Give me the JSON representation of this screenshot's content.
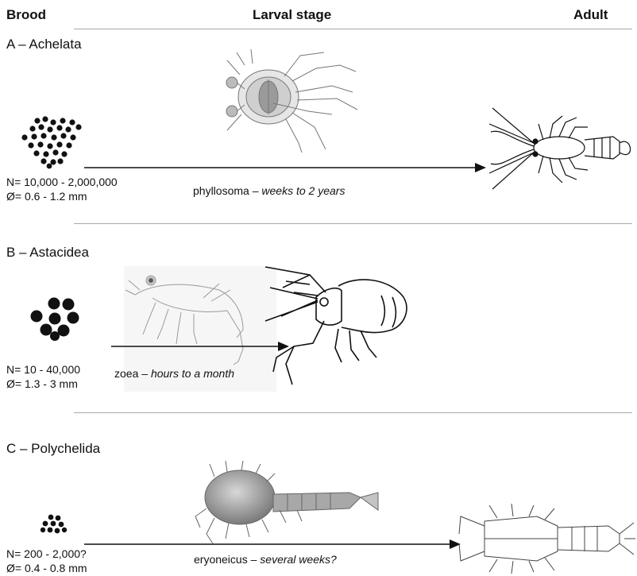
{
  "headers": {
    "brood": "Brood",
    "larval_stage": "Larval stage",
    "adult": "Adult"
  },
  "sections": [
    {
      "title": "A – Achelata",
      "n": "N= 10,000 - 2,000,000",
      "diameter": "Ø= 0.6 - 1.2 mm",
      "stage_name": "phyllosoma –",
      "stage_duration": "weeks to 2 years"
    },
    {
      "title": "B – Astacidea",
      "n": "N= 10 - 40,000",
      "diameter": "Ø= 1.3 - 3 mm",
      "stage_name": "zoea –",
      "stage_duration": "hours to a month"
    },
    {
      "title": "C – Polychelida",
      "n": "N= 200 - 2,000?",
      "diameter": "Ø= 0.4 - 0.8 mm",
      "stage_name": "eryoneicus –",
      "stage_duration": "several weeks?"
    }
  ],
  "icons": {
    "phyllosoma": "phyllosoma-larva-illustration",
    "adult_a": "spiny-lobster-adult-illustration",
    "zoea": "zoea-larva-illustration",
    "adult_b": "clawed-lobster-adult-illustration",
    "eryoneicus": "eryoneicus-larva-illustration",
    "adult_c": "polychelid-adult-illustration"
  }
}
